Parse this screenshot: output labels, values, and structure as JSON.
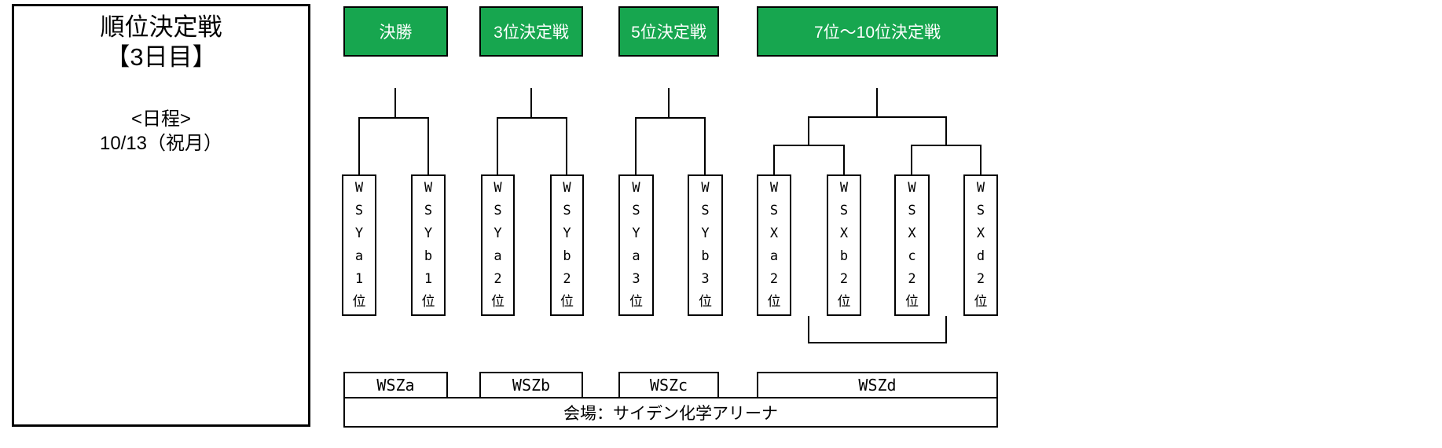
{
  "colors": {
    "header_background": "#17a64f",
    "header_text": "#ffffff",
    "line": "#000000",
    "page_background": "#ffffff"
  },
  "info_box": {
    "title_line1": "順位決定戦",
    "title_line2": "【3日目】",
    "schedule_label": "<日程>",
    "schedule_date": "10/13（祝月）"
  },
  "headers": [
    {
      "label": "決勝"
    },
    {
      "label": "3位決定戦"
    },
    {
      "label": "5位決定戦"
    },
    {
      "label": "7位～10位決定戦"
    }
  ],
  "slots": [
    {
      "label": "WSYa1位"
    },
    {
      "label": "WSYb1位"
    },
    {
      "label": "WSYa2位"
    },
    {
      "label": "WSYb2位"
    },
    {
      "label": "WSYa3位"
    },
    {
      "label": "WSYb3位"
    },
    {
      "label": "WSXa2位"
    },
    {
      "label": "WSXb2位"
    },
    {
      "label": "WSXc2位"
    },
    {
      "label": "WSXd2位"
    }
  ],
  "courts": [
    {
      "label": "WSZa"
    },
    {
      "label": "WSZb"
    },
    {
      "label": "WSZc"
    },
    {
      "label": "WSZd"
    }
  ],
  "venue": {
    "label": "会場：サイデン化学アリーナ"
  }
}
